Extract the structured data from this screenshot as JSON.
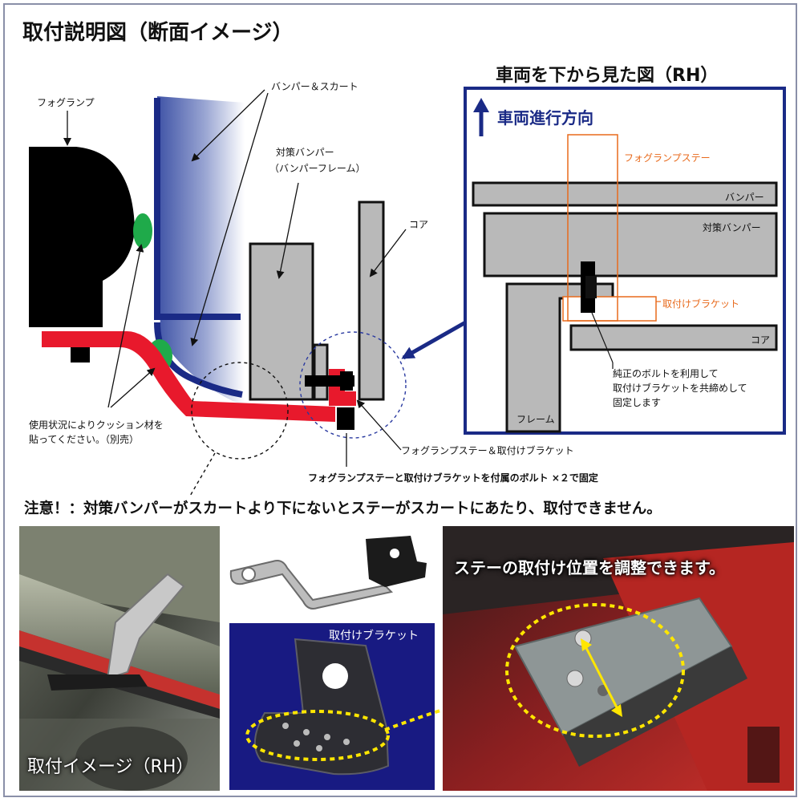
{
  "title": "取付説明図（断面イメージ）",
  "cross_section": {
    "fog_lamp": "フォグランプ",
    "bumper_skirt": "バンパー＆スカート",
    "counter_bumper": "対策バンパー",
    "counter_bumper_sub": "（バンパーフレーム）",
    "core": "コア",
    "cushion_note_line1": "使用状況によりクッション材を",
    "cushion_note_line2": "貼ってください。（別売）",
    "stay_bracket": "フォグランプステー＆取付けブラケット",
    "bolt_note": "フォグランプステーと取付けブラケットを付属のボルト ×２で固定"
  },
  "bottom_view": {
    "title": "車両を下から見た図（RH）",
    "direction": "車両進行方向",
    "fog_stay": "フォグランプステー",
    "bumper": "バンパー",
    "counter_bumper": "対策バンパー",
    "mount_bracket": "取付けブラケット",
    "core": "コア",
    "frame": "フレーム",
    "bolt_note_line1": "純正のボルトを利用して",
    "bolt_note_line2": "取付けブラケットを共締めして",
    "bolt_note_line3": "固定します"
  },
  "warning": "注意！：対策バンパーがスカートより下にないとステーがスカートにあたり、取付できません。",
  "photos": {
    "install_caption": "取付イメージ（RH）",
    "bracket_label": "取付けブラケット",
    "adjust_text": "ステーの取付け位置を調整できます。"
  },
  "colors": {
    "navy": "#1a2a86",
    "stay_red": "#e8192c",
    "cushion_green": "#1faa4a",
    "part_gray": "#b9b9b9",
    "orange": "#e86a1c",
    "yellow": "#ffe600"
  }
}
